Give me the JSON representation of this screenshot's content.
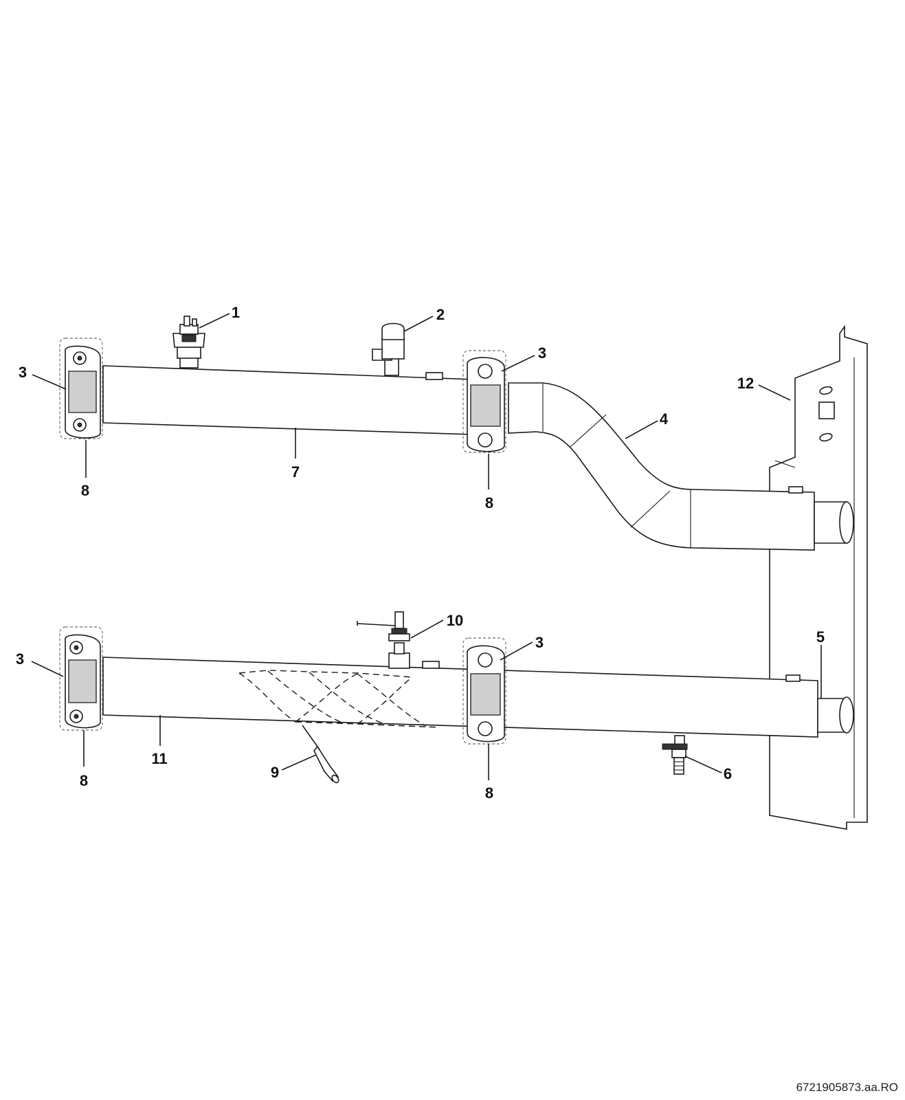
{
  "diagram": {
    "labels": [
      "1",
      "2",
      "3",
      "3",
      "4",
      "12",
      "8",
      "7",
      "8",
      "10",
      "3",
      "3",
      "5",
      "11",
      "9",
      "8",
      "8",
      "6"
    ],
    "reference": "6721905873.aa.RO"
  }
}
